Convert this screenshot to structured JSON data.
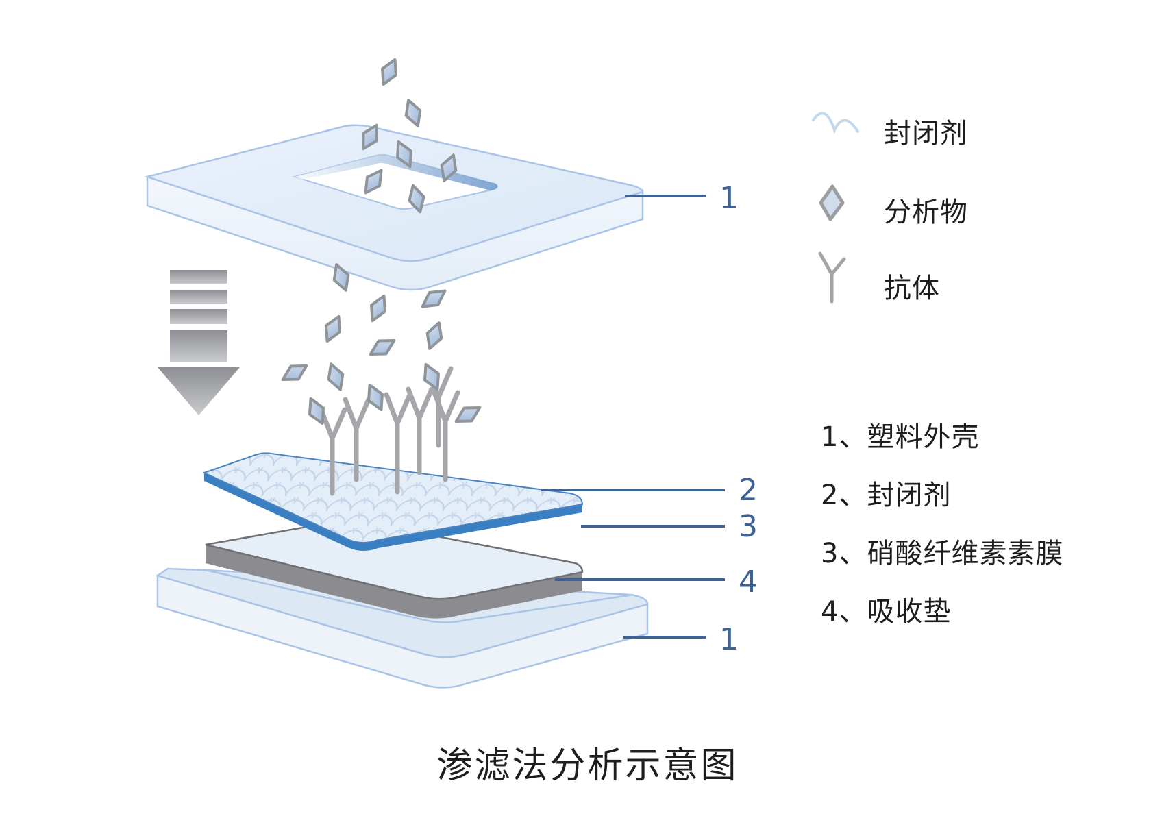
{
  "title": "渗滤法分析示意图",
  "legend": [
    {
      "icon": "blocking-agent-icon",
      "label": "封闭剂"
    },
    {
      "icon": "analyte-icon",
      "label": "分析物"
    },
    {
      "icon": "antibody-icon",
      "label": "抗体"
    }
  ],
  "parts": [
    {
      "num": "1",
      "text": "1、塑料外壳"
    },
    {
      "num": "2",
      "text": "2、封闭剂"
    },
    {
      "num": "3",
      "text": "3、硝酸纤维素素膜"
    },
    {
      "num": "4",
      "text": "4、吸收垫"
    }
  ],
  "callouts": {
    "top_housing": "1",
    "blocking_agent": "2",
    "membrane": "3",
    "absorbent_pad": "4",
    "bottom_housing": "1"
  },
  "colors": {
    "housing_fill": "#e6effa",
    "housing_edge": "#a9c4e6",
    "membrane_edge": "#3a7fc1",
    "pad_side": "#8c8c90",
    "antibody": "#a4a6a9",
    "analyte_fill": "#b9cbe3",
    "analyte_edge": "#8f9499",
    "callout_line": "#3f6294",
    "text": "#1e1e1e"
  }
}
